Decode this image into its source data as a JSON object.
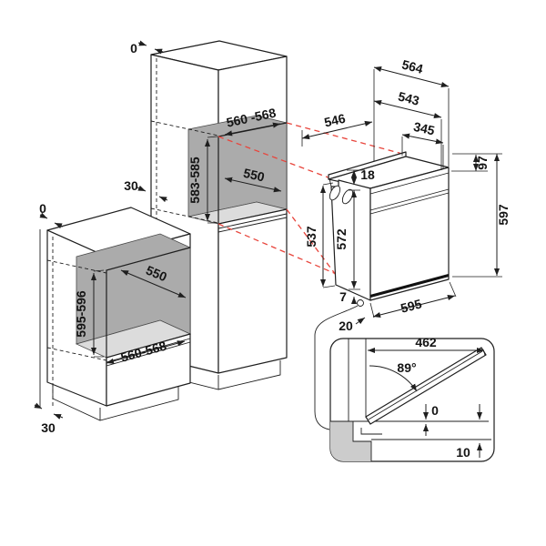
{
  "diagram": {
    "subject": "built-in oven installation drawing",
    "projection_color": "#e8453c",
    "niche_back_color": "#ababab",
    "niche_floor_color": "#dcdcdc",
    "inset_block_color": "#cccccc",
    "tall_cabinet": {
      "top_gap": "0",
      "rear_gap": "30",
      "niche_width": "560 -568",
      "niche_height": "583-585",
      "niche_depth": "550"
    },
    "base_cabinet": {
      "top_gap": "0",
      "niche_height": "595-596",
      "niche_depth": "550",
      "niche_width": "560-568",
      "rear_gap": "30"
    },
    "oven": {
      "depth_with_door": "564",
      "depth_body": "543",
      "niche_to_front": "546",
      "depth_345": "345",
      "top_offset": "18",
      "fascia_height": "97",
      "total_height": "597",
      "body_height": "537",
      "front_height": "572",
      "bottom_offset": "7",
      "front_width": "595",
      "door_clearance": "20"
    },
    "door_detail": {
      "door_width": "462",
      "opening_angle": "89°",
      "gap_top": "0",
      "gap_bottom": "10"
    }
  }
}
